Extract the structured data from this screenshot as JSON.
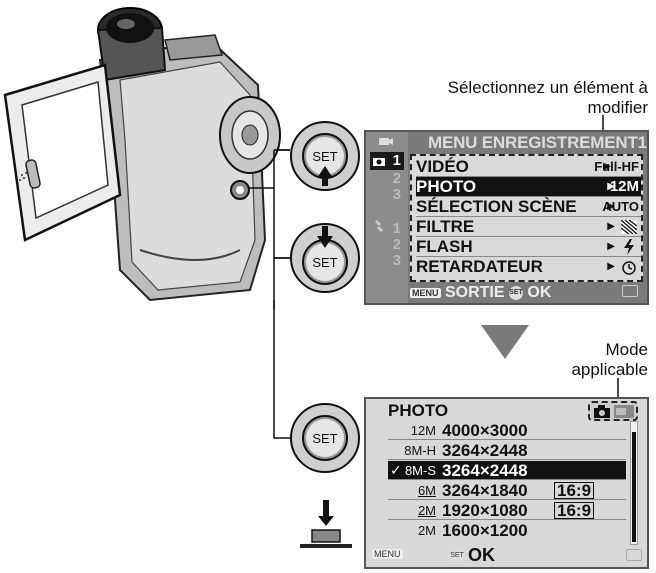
{
  "annotations": {
    "select_item": [
      "Sélectionnez un élément à",
      "modifier"
    ],
    "mode_applicable": [
      "Mode",
      "applicable"
    ]
  },
  "menu_record": {
    "title": "MENU ENREGISTREMENT1",
    "tabs_shooting": [
      "1",
      "2",
      "3"
    ],
    "tabs_setup": [
      "1",
      "2",
      "3"
    ],
    "items": [
      {
        "label": "VIDÉO",
        "value": "Full-HF"
      },
      {
        "label": "PHOTO",
        "value": "12M"
      },
      {
        "label": "SÉLECTION SCÈNE",
        "value": "AUTO"
      },
      {
        "label": "FILTRE",
        "value": ""
      },
      {
        "label": "FLASH",
        "value": ""
      },
      {
        "label": "RETARDATEUR",
        "value": ""
      }
    ],
    "selected_index": 1,
    "footer": {
      "menu_tag": "MENU",
      "exit_label": "SORTIE",
      "set_tag": "SET",
      "ok_label": "OK"
    }
  },
  "photo_menu": {
    "title": "PHOTO",
    "rows": [
      {
        "code": "12M",
        "size": "4000×3000",
        "ratio": "",
        "checked": ""
      },
      {
        "code": "8M-H",
        "size": "3264×2448",
        "ratio": "",
        "checked": ""
      },
      {
        "code": "8M-S",
        "size": "3264×2448",
        "ratio": "",
        "checked": "✓"
      },
      {
        "code": "6M",
        "size": "3264×1840",
        "ratio": "16:9",
        "checked": ""
      },
      {
        "code": "2M",
        "size": "1920×1080",
        "ratio": "16:9",
        "checked": ""
      },
      {
        "code": "2M",
        "size": "1600×1200",
        "ratio": "",
        "checked": ""
      }
    ],
    "selected_index": 2,
    "footer": {
      "menu_tag": "MENU",
      "set_tag": "SET",
      "ok_label": "OK"
    }
  },
  "set_button_label": "SET",
  "colors": {
    "screen_dark": "#7a7a7a",
    "screen_light": "#d8d8d8",
    "selected": "#111111"
  }
}
